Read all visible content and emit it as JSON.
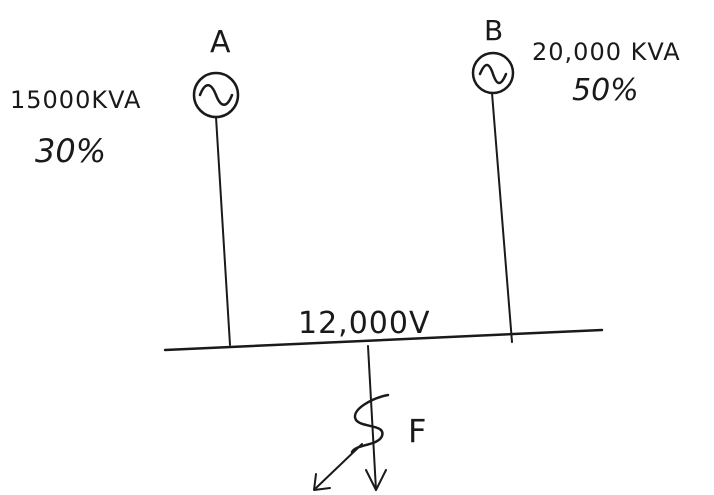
{
  "generators": [
    {
      "id": "A",
      "label": "A",
      "rating": "15000KVA",
      "reactance": "30%"
    },
    {
      "id": "B",
      "label": "B",
      "rating": "20,000 KVA",
      "reactance": "50%"
    }
  ],
  "bus": {
    "voltage": "12,000V"
  },
  "fault": {
    "label": "F"
  },
  "icons": {
    "generator": "ac-generator-icon",
    "fault": "lightning-fault-icon"
  }
}
